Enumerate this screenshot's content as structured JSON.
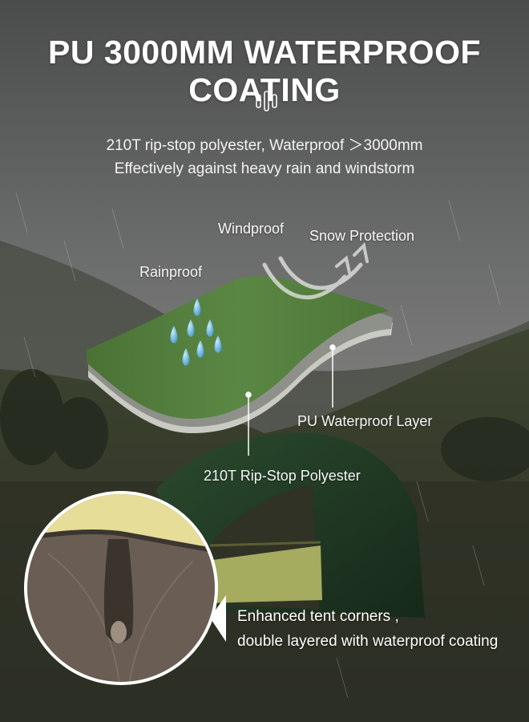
{
  "title": "PU 3000MM WATERPROOF COATING",
  "subtitle_line1": "210T rip-stop polyester, Waterproof ＞3000mm",
  "subtitle_line2": "Effectively against heavy rain and windstorm",
  "labels": {
    "windproof": "Windproof",
    "snow": "Snow Protection",
    "rainproof": "Rainproof",
    "pu_layer": "PU Waterproof Layer",
    "polyester": "210T Rip-Stop Polyester"
  },
  "callout": {
    "line1": "Enhanced tent corners ,",
    "line2": "double layered with waterproof coating"
  },
  "icons": [
    "coating-layers-icon",
    "wind-arrows-icon",
    "water-drop-icon"
  ],
  "colors": {
    "fabric_green": "#4f7a3a",
    "layer_silver": "#c8c9c4",
    "tent_green": "#1f3a24",
    "drop_blue": "#6fb9e0",
    "text": "#ffffff"
  }
}
